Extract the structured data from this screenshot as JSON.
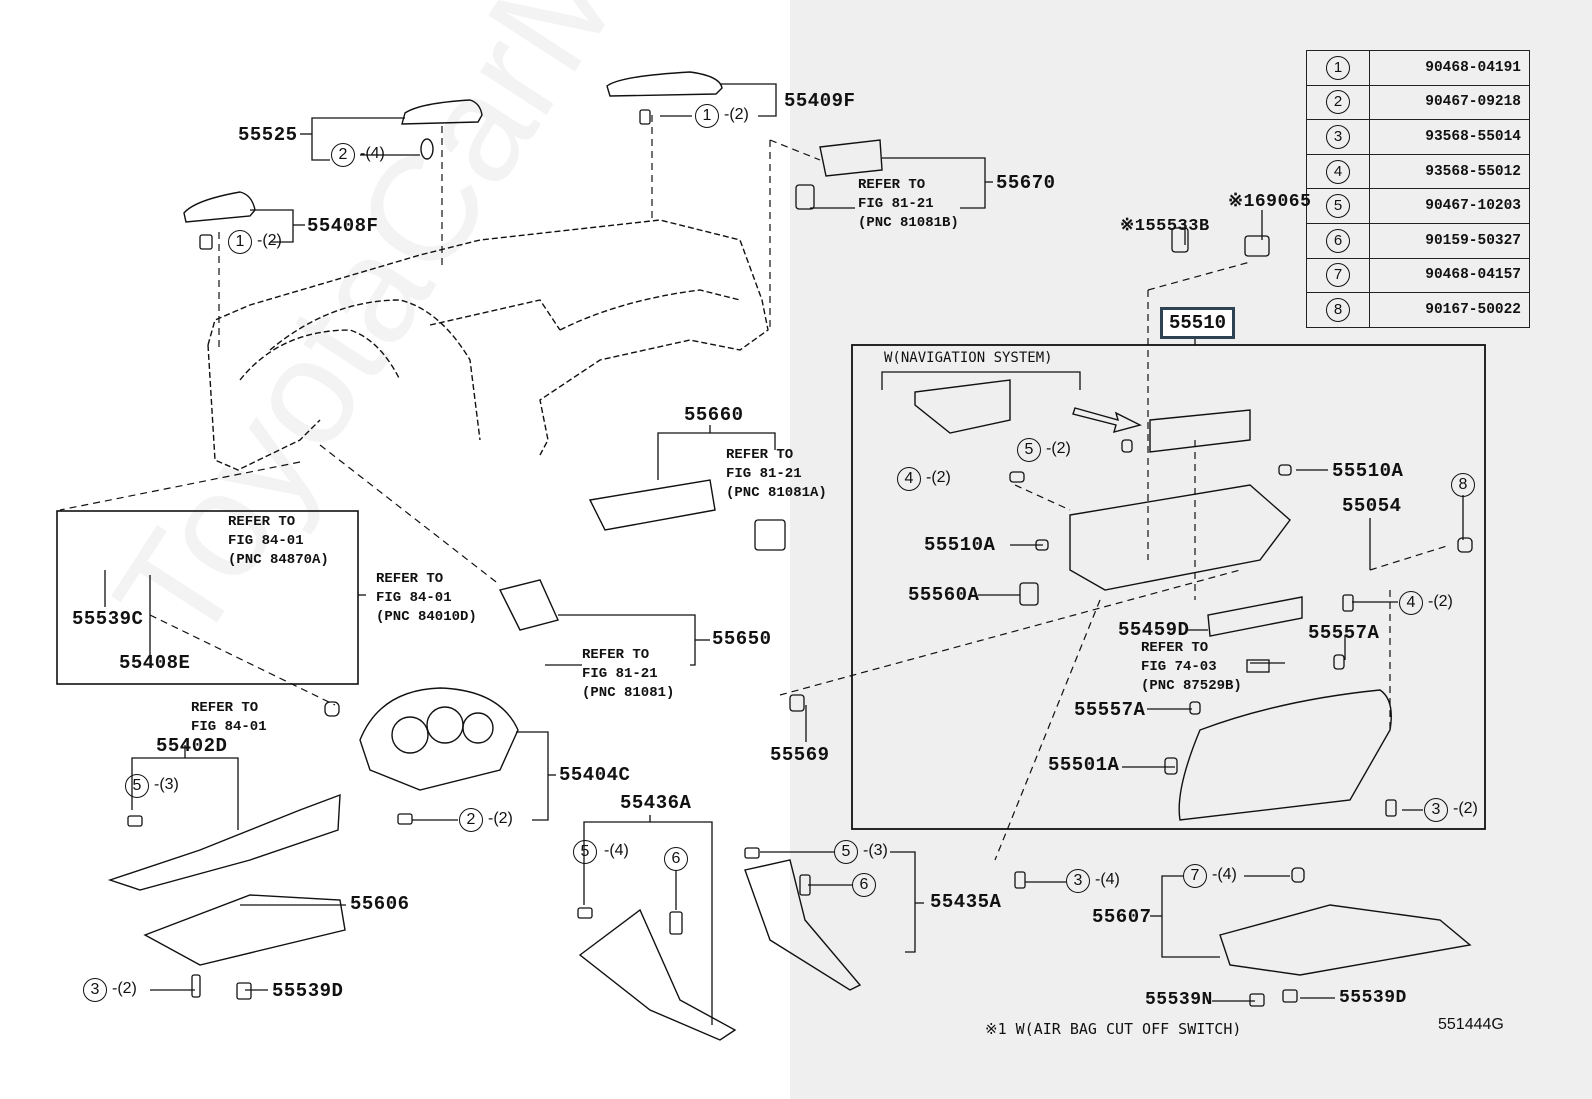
{
  "diagram": {
    "type": "exploded parts diagram",
    "figure_id": "551444G",
    "watermark": "ToyotaCarMine.ru",
    "highlighted_part": "55510",
    "footnote": "※1 W(AIR BAG CUT OFF SWITCH)",
    "subassembly_group_note": "W(NAVIGATION SYSTEM)"
  },
  "legend": [
    {
      "key": "1",
      "part": "90468-04191"
    },
    {
      "key": "2",
      "part": "90467-09218"
    },
    {
      "key": "3",
      "part": "93568-55014"
    },
    {
      "key": "4",
      "part": "93568-55012"
    },
    {
      "key": "5",
      "part": "90467-10203"
    },
    {
      "key": "6",
      "part": "90159-50327"
    },
    {
      "key": "7",
      "part": "90468-04157"
    },
    {
      "key": "8",
      "part": "90167-50022"
    }
  ],
  "labels": {
    "p55525": "55525",
    "p55408F": "55408F",
    "p55409F": "55409F",
    "p55670": "55670",
    "p169065": "※169065",
    "p155533B": "※155533B",
    "p55510": "55510",
    "p55660": "55660",
    "p55650": "55650",
    "p55539C": "55539C",
    "p55408E": "55408E",
    "p55402D": "55402D",
    "p55404C": "55404C",
    "p55606": "55606",
    "p55539D_left": "55539D",
    "p55436A": "55436A",
    "p55435A": "55435A",
    "p55569": "55569",
    "p55510A_right": "55510A",
    "p55510A_left": "55510A",
    "p55054": "55054",
    "p55560A": "55560A",
    "p55459D": "55459D",
    "p55557A_right": "55557A",
    "p55557A_left": "55557A",
    "p55501A": "55501A",
    "p55607": "55607",
    "p55539N": "55539N",
    "p55539D_right": "55539D"
  },
  "references": {
    "r55670": "REFER TO\nFIG 81-21\n(PNC 81081B)",
    "r55660": "REFER TO\nFIG 81-21\n(PNC 81081A)",
    "r84870A": "REFER TO\nFIG 84-01\n(PNC 84870A)",
    "r84010D": "REFER TO\nFIG 84-01\n(PNC 84010D)",
    "r55650": "REFER TO\nFIG 81-21\n(PNC 81081)",
    "r8401": "REFER TO\nFIG 84-01",
    "r74_03": "REFER TO\nFIG 74-03\n(PNC 87529B)"
  },
  "callouts": [
    {
      "id": "c525",
      "key": "2",
      "qty": "(4)"
    },
    {
      "id": "c408f",
      "key": "1",
      "qty": "(2)"
    },
    {
      "id": "c409f",
      "key": "1",
      "qty": "(2)"
    },
    {
      "id": "cnav5",
      "key": "5",
      "qty": "(2)"
    },
    {
      "id": "cnav4",
      "key": "4",
      "qty": "(2)"
    },
    {
      "id": "c8",
      "key": "8",
      "qty": ""
    },
    {
      "id": "c4b",
      "key": "4",
      "qty": "(2)"
    },
    {
      "id": "c3box",
      "key": "3",
      "qty": "(2)"
    },
    {
      "id": "c402d",
      "key": "5",
      "qty": "(3)"
    },
    {
      "id": "c404c",
      "key": "2",
      "qty": "(2)"
    },
    {
      "id": "c606",
      "key": "3",
      "qty": "(2)"
    },
    {
      "id": "c436a5",
      "key": "5",
      "qty": "(4)"
    },
    {
      "id": "c436a6",
      "key": "6",
      "qty": ""
    },
    {
      "id": "c435a5",
      "key": "5",
      "qty": "(3)"
    },
    {
      "id": "c435a6",
      "key": "6",
      "qty": ""
    },
    {
      "id": "c3low",
      "key": "3",
      "qty": "(4)"
    },
    {
      "id": "c607",
      "key": "7",
      "qty": "(4)"
    }
  ]
}
